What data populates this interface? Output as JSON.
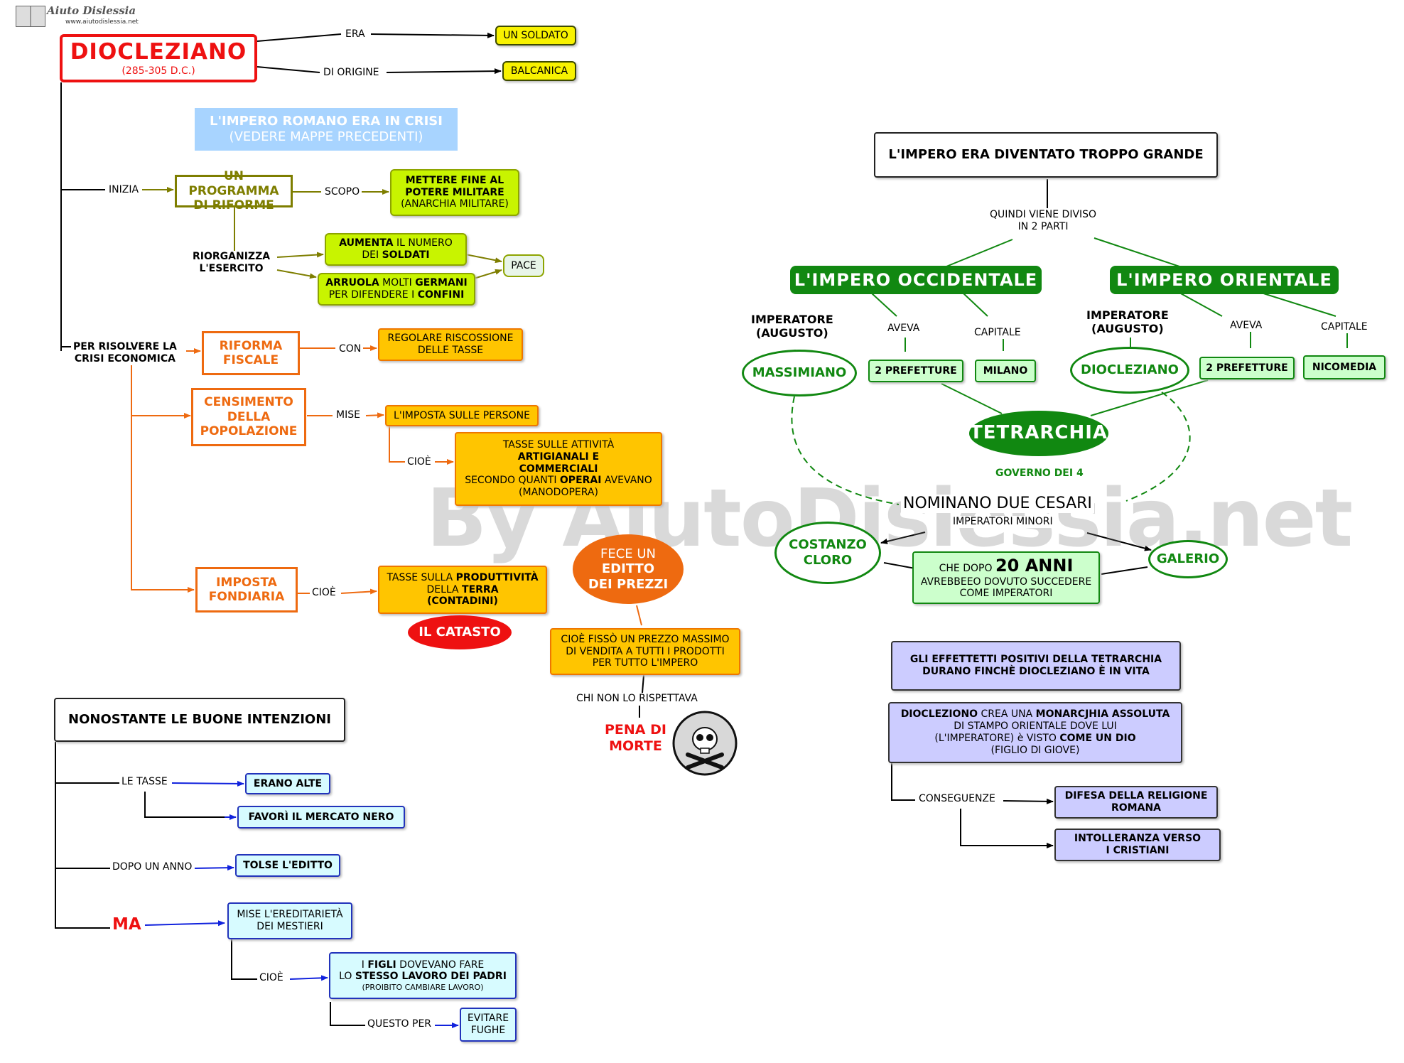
{
  "logo": {
    "name": "Aiuto Dislessia",
    "url": "www.aiutodislessia.net"
  },
  "watermark": "By AiutoDislessia.net",
  "title": {
    "name": "DIOCLEZIANO",
    "dates": "(285-305 D.C.)"
  },
  "era_label": "ERA",
  "soldato": "UN SOLDATO",
  "origine_label": "DI ORIGINE",
  "balcanica": "BALCANICA",
  "crisi": {
    "line1": "L'IMPERO ROMANO ERA IN CRISI",
    "line2": "(VEDERE MAPPE PRECEDENTI)"
  },
  "inizia_label": "INIZIA",
  "programma": {
    "line1": "UN PROGRAMMA",
    "line2": "DI RIFORME"
  },
  "scopo_label": "SCOPO",
  "scopo": {
    "line1": "METTERE FINE AL",
    "line2": "POTERE MILITARE",
    "line3": "(ANARCHIA MILITARE)"
  },
  "riorganizza": {
    "line1": "RIORGANIZZA",
    "line2": "L'ESERCITO"
  },
  "aumenta": {
    "b1": "AUMENTA",
    "t1": " IL NUMERO",
    "t2": "DEI ",
    "b2": "SOLDATI"
  },
  "arruola": {
    "b1": "ARRUOLA",
    "t1": " MOLTI ",
    "b2": "GERMANI",
    "t2": "PER DIFENDERE I ",
    "b3": "CONFINI"
  },
  "pace": "PACE",
  "per_risolvere": {
    "line1": "PER RISOLVERE LA",
    "line2": "CRISI ECONOMICA"
  },
  "riforma": {
    "line1": "RIFORMA",
    "line2": "FISCALE"
  },
  "con_label": "CON",
  "regolare": {
    "line1": "REGOLARE RISCOSSIONE",
    "line2": "DELLE TASSE"
  },
  "censimento": {
    "line1": "CENSIMENTO",
    "line2": "DELLA",
    "line3": "POPOLAZIONE"
  },
  "mise_label": "MISE",
  "imposta_persone": "L'IMPOSTA SULLE PERSONE",
  "cioe_label": "CIOÈ",
  "tasse_attivita": {
    "line1": "TASSE SULLE ATTIVITÀ",
    "line2": "ARTIGIANALI E",
    "line3": "COMMERCIALI",
    "t4a": "SECONDO QUANTI ",
    "b4": "OPERAI",
    "t4b": " AVEVANO",
    "line5": "(MANODOPERA)"
  },
  "imposta_fondiaria": {
    "line1": "IMPOSTA",
    "line2": "FONDIARIA"
  },
  "tasse_produttivita": {
    "t1": "TASSE SULLA ",
    "b1": "PRODUTTIVITÀ",
    "t2": "DELLA ",
    "b2": "TERRA",
    "line3": "(CONTADINI)"
  },
  "catasto": "IL CATASTO",
  "editto": {
    "line1": "FECE UN",
    "line2": "EDITTO",
    "line3": "DEI PREZZI"
  },
  "prezzo_massimo": {
    "line1": "CIOÈ FISSÒ UN PREZZO MASSIMO",
    "line2": "DI VENDITA A TUTTI I PRODOTTI",
    "line3": "PER TUTTO L'IMPERO"
  },
  "chi_non": "CHI NON LO RISPETTAVA",
  "pena": {
    "line1": "PENA DI",
    "line2": "MORTE"
  },
  "skull_icon": "skull-crossbones-icon",
  "nonostante": "NONOSTANTE LE BUONE INTENZIONI",
  "le_tasse_label": "LE TASSE",
  "erano_alte": "ERANO ALTE",
  "mercato_nero": "FAVORÌ IL MERCATO NERO",
  "dopo_anno_label": "DOPO UN ANNO",
  "tolse": "TOLSE L'EDITTO",
  "ma": "MA",
  "ereditarieta": {
    "line1": "MISE L'EREDITARIETÀ",
    "line2": "DEI MESTIERI"
  },
  "cioe2_label": "CIOÈ",
  "figli": {
    "t1": "I ",
    "b1": "FIGLI",
    "t2": " DOVEVANO FARE",
    "t3": "LO ",
    "b2": "STESSO LAVORO DEI PADRI",
    "line3": "(PROIBITO CAMBIARE LAVORO)"
  },
  "questo_per_label": "QUESTO PER",
  "fughe": {
    "line1": "EVITARE",
    "line2": "FUGHE"
  },
  "troppo_grande": "L'IMPERO ERA DIVENTATO TROPPO GRANDE",
  "quindi": {
    "line1": "QUINDI VIENE DIVISO",
    "line2": "IN 2 PARTI"
  },
  "occidentale": "L'IMPERO OCCIDENTALE",
  "orientale": "L'IMPERO ORIENTALE",
  "imperatore_occ": {
    "line1": "IMPERATORE",
    "line2": "(AUGUSTO)"
  },
  "aveva_occ": "AVEVA",
  "capitale_occ": "CAPITALE",
  "massimiano": "MASSIMIANO",
  "prefetture_occ": "2 PREFETTURE",
  "milano": "MILANO",
  "imperatore_or": {
    "line1": "IMPERATORE",
    "line2": "(AUGUSTO)"
  },
  "aveva_or": "AVEVA",
  "capitale_or": "CAPITALE",
  "diocleziano_ell": "DIOCLEZIANO",
  "prefetture_or": "2 PREFETTURE",
  "nicomedia": "NICOMEDIA",
  "tetrarchia": "TETRARCHIA",
  "governo": "GOVERNO DEI 4",
  "nominano": "NOMINANO DUE CESARI",
  "imperatori_minori": "IMPERATORI  MINORI",
  "costanzo": {
    "line1": "COSTANZO",
    "line2": "CLORO"
  },
  "galerio": "GALERIO",
  "venti_anni": {
    "t1": "CHE DOPO ",
    "b1": "20 ANNI",
    "line2": "AVREBBEEO DOVUTO SUCCEDERE",
    "line3": "COME IMPERATORI"
  },
  "effetti": {
    "line1": "GLI EFFETTETTI POSITIVI DELLA TETRARCHIA",
    "line2": "DURANO FINCHÈ DIOCLEZIANO  È IN VITA"
  },
  "monarchia": {
    "b1": "DIOCLEZIONO",
    "t1": " CREA UNA ",
    "b2": "MONARCJHIA ASSOLUTA",
    "line2": "DI STAMPO ORIENTALE DOVE LUI",
    "t3": "(L'IMPERATORE) è VISTO ",
    "b3": "COME UN DIO",
    "line4": "(FIGLIO DI GIOVE)"
  },
  "conseguenze_label": "CONSEGUENZE",
  "difesa": {
    "line1": "DIFESA DELLA RELIGIONE",
    "line2": "ROMANA"
  },
  "intolleranza": {
    "line1": "INTOLLERANZA VERSO",
    "line2": "I CRISTIANI"
  }
}
